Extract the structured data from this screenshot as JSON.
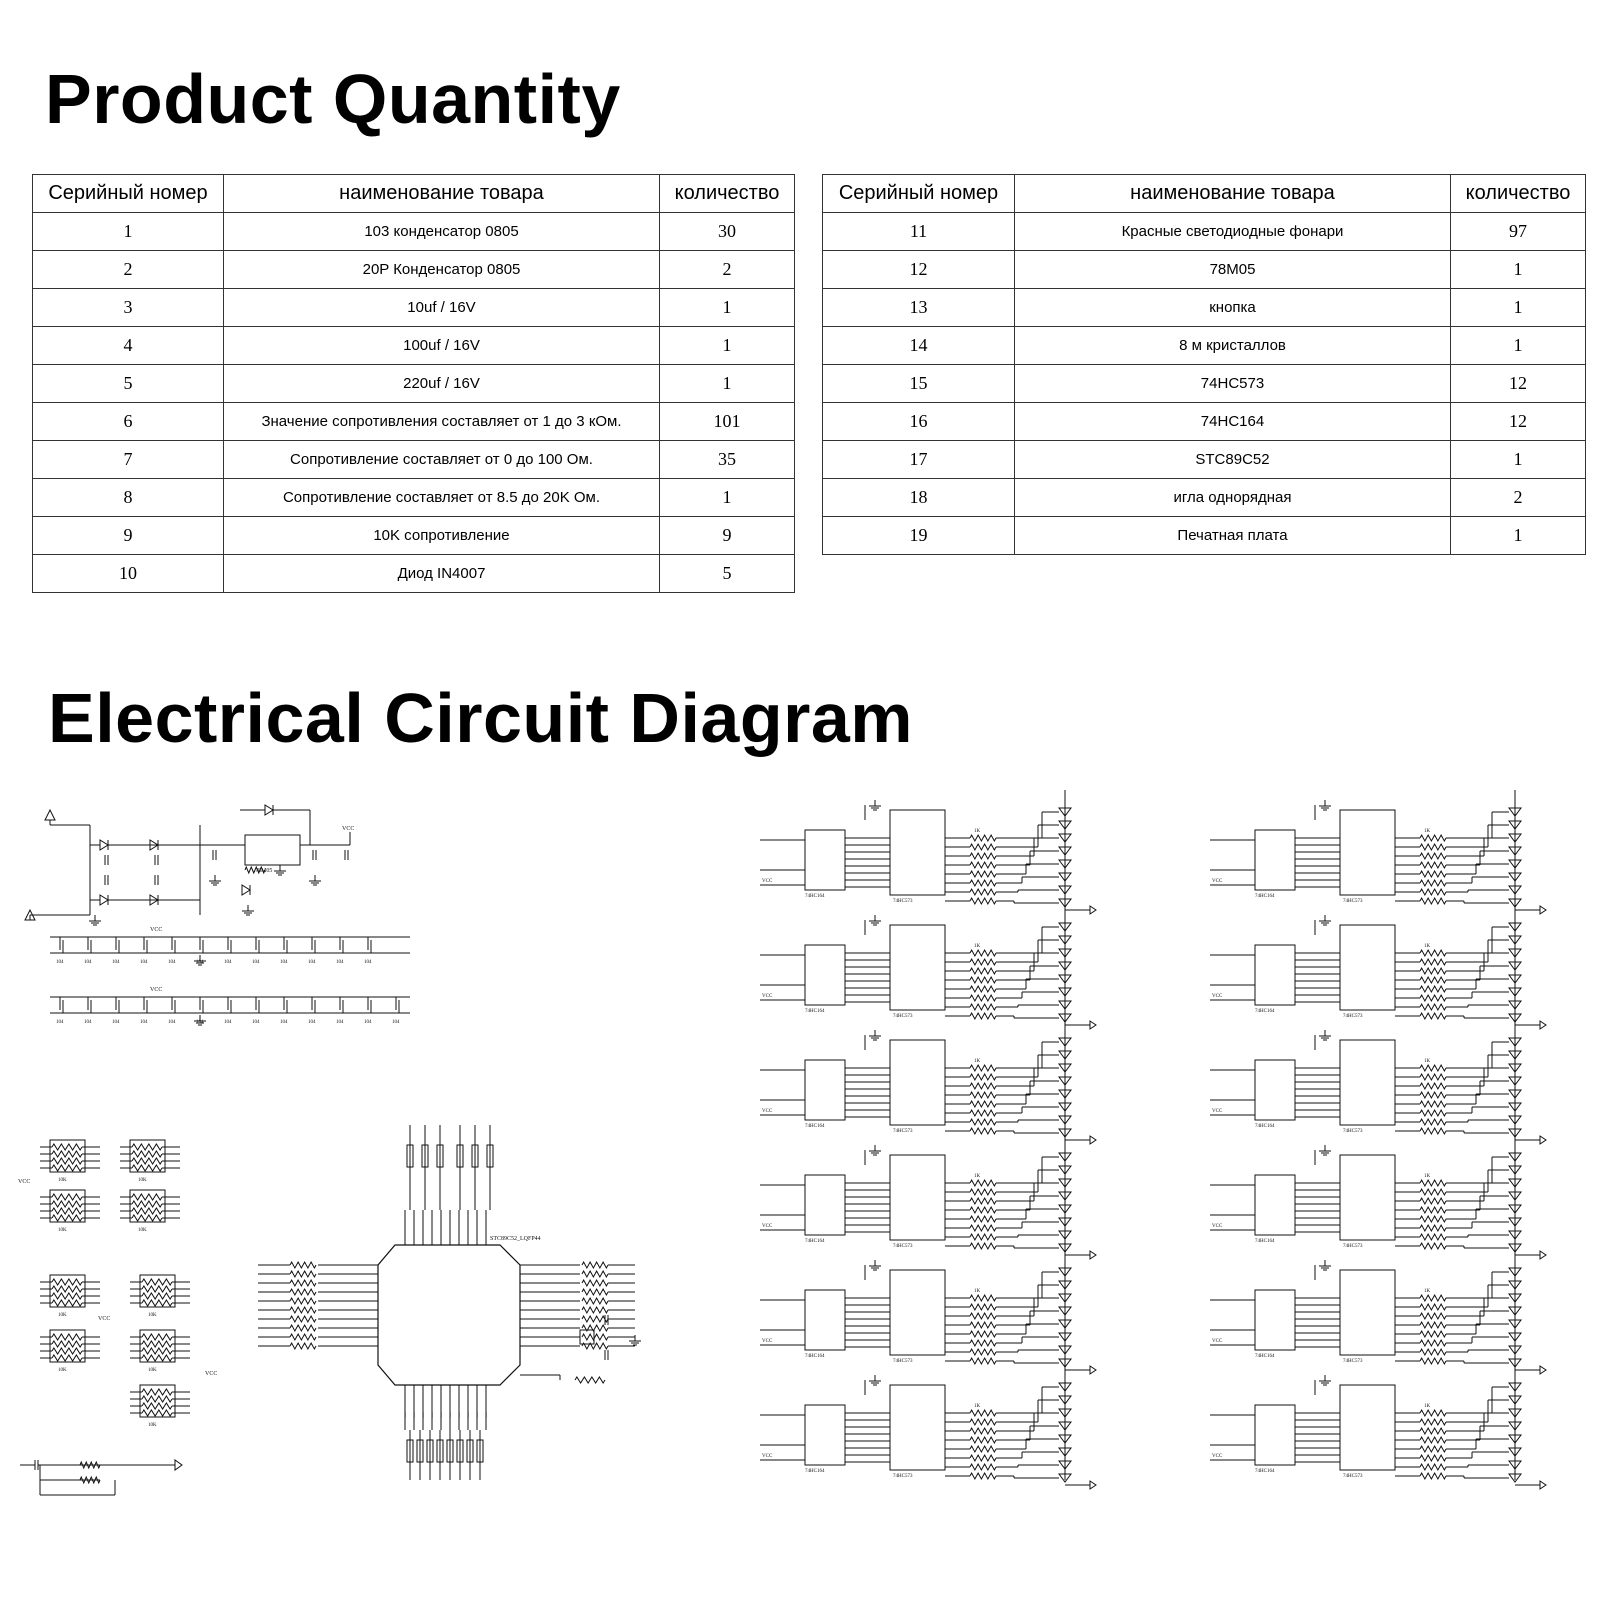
{
  "headings": {
    "quantity": "Product Quantity",
    "circuit": "Electrical Circuit Diagram"
  },
  "table_headers": {
    "serial": "Серийный номер",
    "name": "наименование товара",
    "quantity": "количество"
  },
  "parts_left": [
    {
      "no": "1",
      "name": "103 конденсатор 0805",
      "qty": "30"
    },
    {
      "no": "2",
      "name": "20P Конденсатор 0805",
      "qty": "2"
    },
    {
      "no": "3",
      "name": "10uf / 16V",
      "qty": "1"
    },
    {
      "no": "4",
      "name": "100uf / 16V",
      "qty": "1"
    },
    {
      "no": "5",
      "name": "220uf / 16V",
      "qty": "1"
    },
    {
      "no": "6",
      "name": "Значение сопротивления составляет от 1 до 3 кОм.",
      "qty": "101"
    },
    {
      "no": "7",
      "name": "Сопротивление составляет от 0 до 100 Ом.",
      "qty": "35"
    },
    {
      "no": "8",
      "name": "Сопротивление составляет от 8.5 до 20K Ом.",
      "qty": "1"
    },
    {
      "no": "9",
      "name": "10K сопротивление",
      "qty": "9"
    },
    {
      "no": "10",
      "name": "Диод IN4007",
      "qty": "5"
    }
  ],
  "parts_right": [
    {
      "no": "11",
      "name": "Красные светодиодные фонари",
      "qty": "97"
    },
    {
      "no": "12",
      "name": "78M05",
      "qty": "1"
    },
    {
      "no": "13",
      "name": "кнопка",
      "qty": "1"
    },
    {
      "no": "14",
      "name": "8 м кристаллов",
      "qty": "1"
    },
    {
      "no": "15",
      "name": "74HC573",
      "qty": "12"
    },
    {
      "no": "16",
      "name": "74HC164",
      "qty": "12"
    },
    {
      "no": "17",
      "name": "STC89C52",
      "qty": "1"
    },
    {
      "no": "18",
      "name": "игла однорядная",
      "qty": "2"
    },
    {
      "no": "19",
      "name": "Печатная плата",
      "qty": "1"
    }
  ],
  "schematic_labels": {
    "vcc": "VCC",
    "mcu": "STC89C52_LQFP44",
    "regulator": "78M05",
    "shift_register": "74HC164",
    "latch": "74HC573",
    "resistor_1k": "1K",
    "network": "10K",
    "cap_104": "104"
  }
}
